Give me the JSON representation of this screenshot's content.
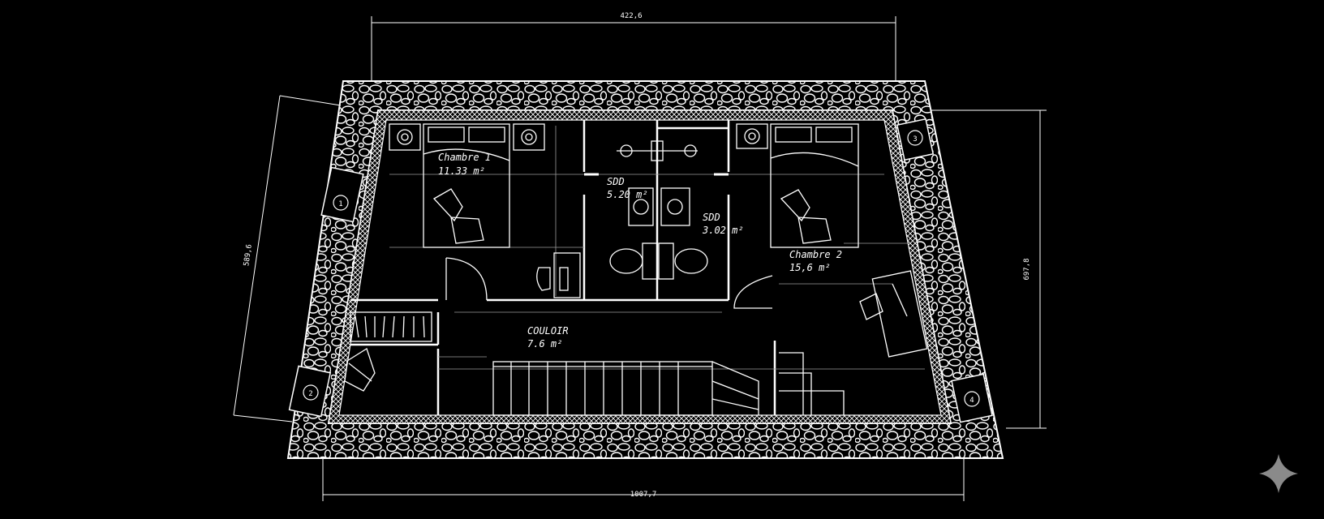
{
  "plan": {
    "dimensions": {
      "top": "422,6",
      "bottom": "1007,7",
      "left": "589,6",
      "right": "697,8"
    },
    "rooms": [
      {
        "name": "Chambre 1",
        "area": "11.33 m²"
      },
      {
        "name": "SDD",
        "area": "5.20 m²"
      },
      {
        "name": "SDD",
        "area": "3.02 m²"
      },
      {
        "name": "Chambre 2",
        "area": "15,6 m²"
      },
      {
        "name": "COULOIR",
        "area": "7.6 m²"
      }
    ],
    "window_markers": [
      "1",
      "2",
      "3",
      "4"
    ]
  },
  "colors": {
    "background": "#000000",
    "lines": "#ffffff"
  },
  "icons": {
    "corner": "sparkle-icon"
  }
}
